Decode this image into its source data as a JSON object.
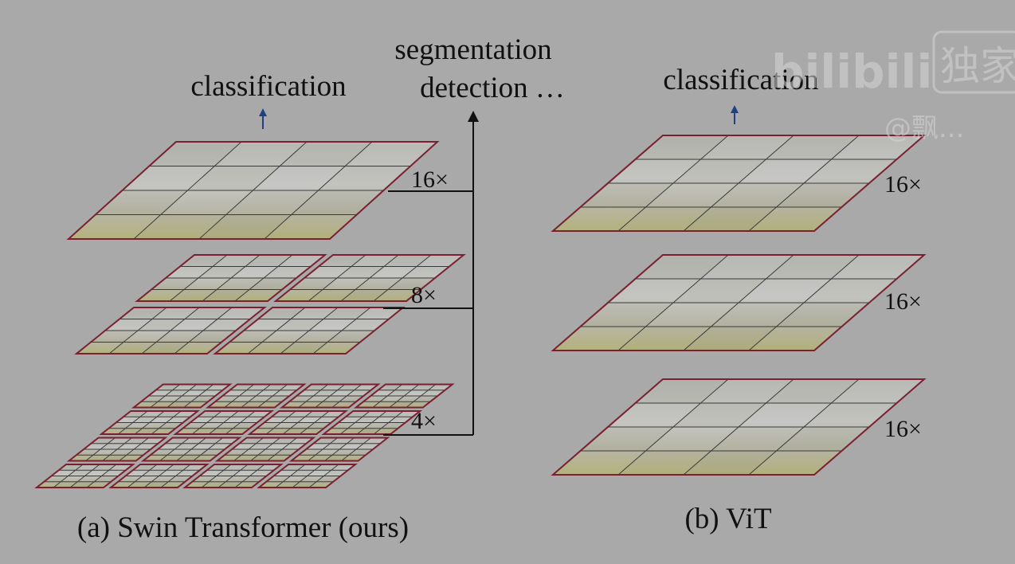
{
  "swin": {
    "classification": "classification",
    "segmentation": "segmentation",
    "detection": "detection …",
    "scales": [
      "16×",
      "8×",
      "4×"
    ],
    "caption": "(a) Swin Transformer (ours)"
  },
  "vit": {
    "classification": "classification",
    "scales": [
      "16×",
      "16×",
      "16×"
    ],
    "caption": "(b) ViT"
  },
  "colors": {
    "background": "#a9a9a9",
    "plane_border": "#7a2030",
    "grid_line": "#3a3a3a",
    "arrow_blue": "#1f3f86",
    "connector": "#111111"
  },
  "watermark": {
    "logo": "bilibili",
    "badge": "独家",
    "handle": "@飘..."
  }
}
